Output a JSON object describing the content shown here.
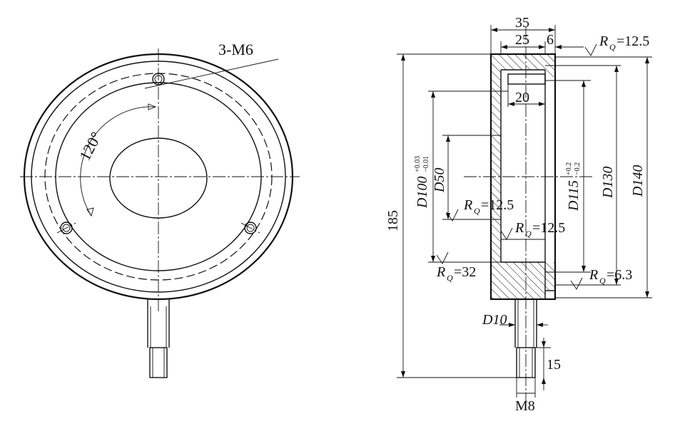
{
  "front_view": {
    "hole_label": "3-M6",
    "angle_label": "120°"
  },
  "section_view": {
    "width_total": "35",
    "width_inner": "25",
    "width_wall": "6",
    "slot_width": "20",
    "height_total": "185",
    "d100_main": "D100",
    "d100_tol_upper": "+0.03",
    "d100_tol_lower": "−0.01",
    "d50": "D50",
    "d115_main": "D115",
    "d115_tol_upper": "+0.2",
    "d115_tol_lower": "−0.2",
    "d130": "D130",
    "d140": "D140",
    "d10": "D10",
    "len_15": "15",
    "thread_m8": "M8",
    "rough_top_r": "R",
    "rough_top_sub": "Q",
    "rough_top_val": "=12.5",
    "rough_mid_r": "R",
    "rough_mid_sub": "Q",
    "rough_mid_val": "=12.5",
    "rough_lower_r": "R",
    "rough_lower_sub": "Q",
    "rough_lower_val": "=12.5",
    "rough_left_r": "R",
    "rough_left_sub": "Q",
    "rough_left_val": "=32",
    "rough_right_r": "R",
    "rough_right_sub": "Q",
    "rough_right_val": "=6.3"
  }
}
